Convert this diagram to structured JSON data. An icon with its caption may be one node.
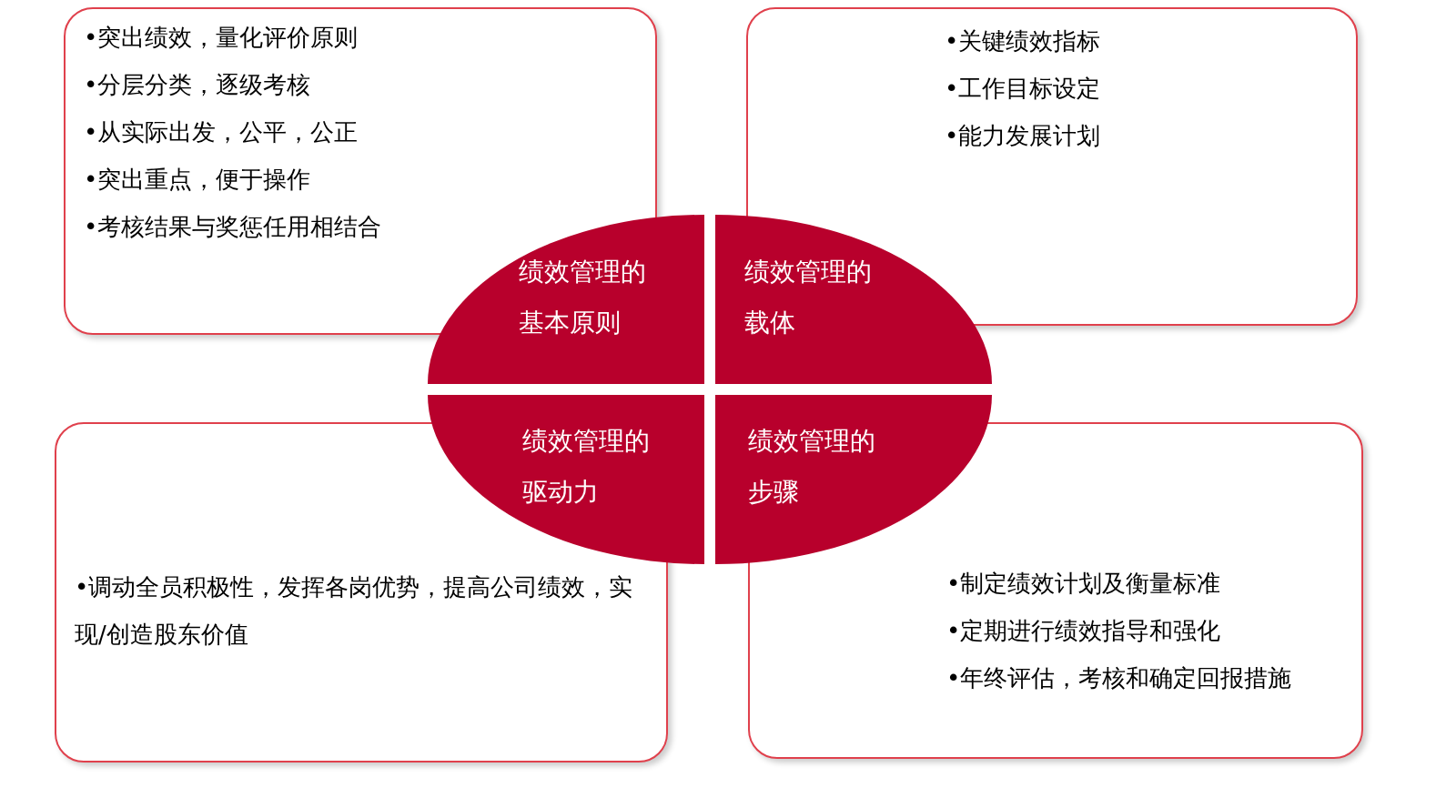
{
  "diagram": {
    "nodes": [
      {
        "text": [
          "•突出绩效，量化评价原则",
          "•分层分类，逐级考核",
          "•从实际出发，公平，公正",
          "•突出重点，便于操作",
          "•考核结果与奖惩任用相结合"
        ]
      },
      {
        "text": [
          "•关键绩效指标",
          "•工作目标设定",
          "•能力发展计划"
        ]
      },
      {
        "text": [
          "绩效管理的基本原则"
        ]
      },
      {
        "text": [
          "绩效管理的载体"
        ]
      },
      {
        "text": [
          "绩效管理的驱动力"
        ]
      },
      {
        "text": [
          "绩效管理的步骤"
        ]
      },
      {
        "text": [
          "•调动全员积极性，发挥各岗优势，提高公司绩效，实现/创造股东价值"
        ]
      },
      {
        "text": [
          "•制定绩效计划及衡量标准",
          "•定期进行绩效指导和强化",
          "•年终评估，考核和确定回报措施"
        ]
      }
    ]
  }
}
